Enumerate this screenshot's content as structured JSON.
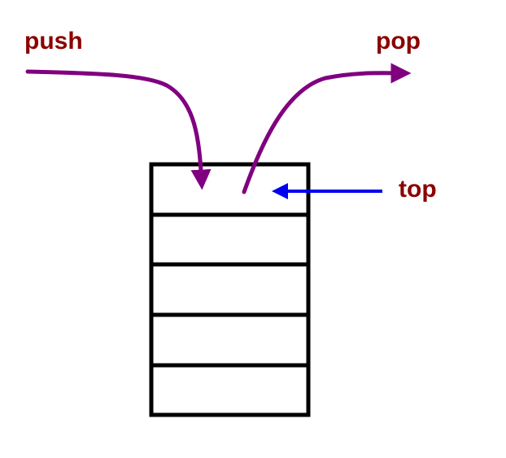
{
  "labels": {
    "push": "push",
    "pop": "pop",
    "top": "top"
  },
  "stack": {
    "slot_count": 5
  },
  "colors": {
    "label_text": "#8b0000",
    "push_pop_arrows": "#800080",
    "top_pointer": "#0000ee",
    "stack_outline": "#000000"
  }
}
